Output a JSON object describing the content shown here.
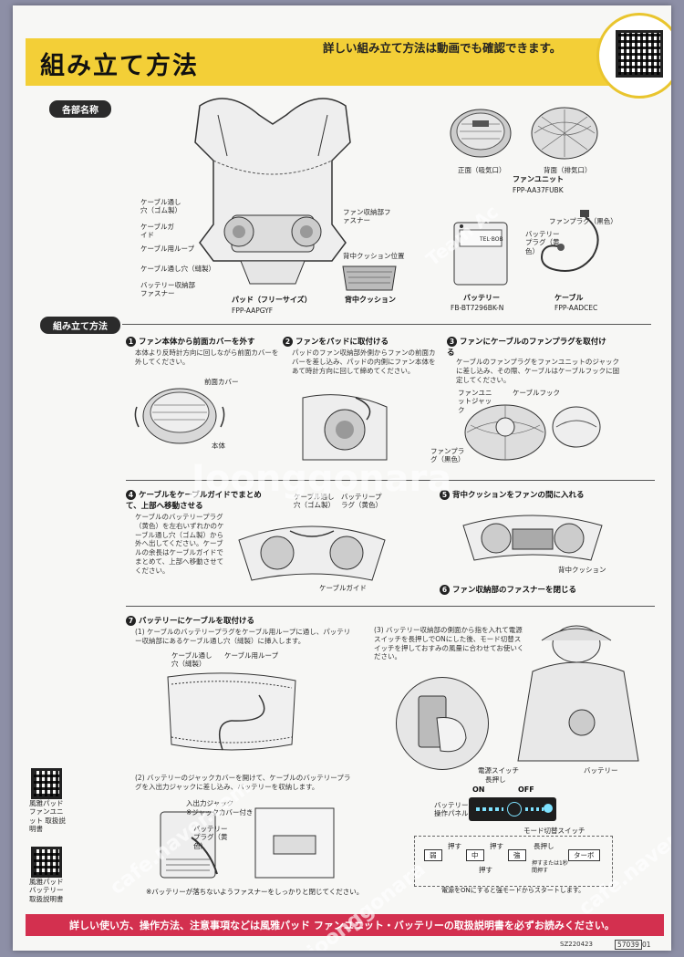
{
  "header": {
    "title": "組み立て方法",
    "subtitle": "詳しい組み立て方法は動画でも確認できます。"
  },
  "parts": {
    "section_label": "各部名称",
    "pad_callouts": [
      "ケーブル通し穴（ゴム製）",
      "ケーブルガイド",
      "ケーブル用ループ",
      "ケーブル通し穴（縫製）",
      "バッテリー収納部ファスナー"
    ],
    "fan_pocket": "ファン収納部ファスナー",
    "back_cushion_pos": "背中クッション位置",
    "pad_name": "パッド（フリーサイズ）",
    "pad_code": "FPP-AAPGYF",
    "cushion_name": "背中クッション",
    "fan_front": "正面（吸気口）",
    "fan_back": "背面（排気口）",
    "fan_name": "ファンユニット",
    "fan_code": "FPP-AA37FUBK",
    "battery_name": "バッテリー",
    "battery_code": "FB-BT7296BK-N",
    "fan_plug": "ファンプラグ（黒色）",
    "battery_plug": "バッテリープラグ（黄色）",
    "cable_name": "ケーブル",
    "cable_code": "FPP-AADCEC",
    "battery_brand": "TEL·BOB"
  },
  "assembly": {
    "section_label": "組み立て方法",
    "step1": {
      "num": "1",
      "title": "ファン本体から前面カバーを外す",
      "text": "本体より反時計方向に回しながら前面カバーを外してください。",
      "cover": "前面カバー",
      "body": "本体"
    },
    "step2": {
      "num": "2",
      "title": "ファンをパッドに取付ける",
      "text": "パッドのファン収納部外側からファンの前面カバーを差し込み、パッドの内側にファン本体をあて時計方向に回して締めてください。"
    },
    "step3": {
      "num": "3",
      "title": "ファンにケーブルのファンプラグを取付ける",
      "text": "ケーブルのファンプラグをファンユニットのジャックに差し込み、その際、ケーブルはケーブルフックに固定してください。",
      "jack": "ファンユニットジャック",
      "hook": "ケーブルフック",
      "plug": "ファンプラグ（黒色）"
    },
    "step4": {
      "num": "4",
      "title": "ケーブルをケーブルガイドでまとめて、上部へ移動させる",
      "text": "ケーブルのバッテリープラグ（黄色）を左右いずれかのケーブル通し穴（ゴム製）から外へ出してください。ケーブルの余長はケーブルガイドでまとめて、上部へ移動させてください。",
      "hole": "ケーブル通し穴（ゴム製）",
      "plug": "バッテリープラグ（黄色）",
      "guide": "ケーブルガイド"
    },
    "step5": {
      "num": "5",
      "title": "背中クッションをファンの間に入れる",
      "cushion": "背中クッション"
    },
    "step6": {
      "num": "6",
      "title": "ファン収納部のファスナーを閉じる"
    },
    "step7": {
      "num": "7",
      "title": "バッテリーにケーブルを取付ける",
      "sub1": "(1) ケーブルのバッテリープラグをケーブル用ループに通し、パッテリー収納部にあるケーブル通し穴（縫製）に挿入します。",
      "hole": "ケーブル通し穴（縫製）",
      "loop": "ケーブル用ループ",
      "sub2": "(2) バッテリーのジャックカバーを開けて、ケーブルのバッテリープラグを入出力ジャックに差し込み、バッテリーを収納します。",
      "io_jack": "入出力ジャック",
      "jack_cover": "※ジャックカバー付き",
      "battery_plug": "バッテリープラグ（黄色）",
      "note": "※バッテリーが落ちないようファスナーをしっかりと閉じてください。",
      "sub3": "(3) バッテリー収納部の側面から指を入れて電源スイッチを長押しでONにした後、モード切替スイッチを押しておすみの風量に合わせてお使いください。",
      "battery": "バッテリー",
      "power_switch": "電源スイッチ",
      "long_press": "長押し",
      "on": "ON",
      "off": "OFF",
      "panel": "バッテリー操作パネル",
      "mode_switch": "モード切替スイッチ",
      "modes": [
        "弱",
        "中",
        "強",
        "ターボ"
      ],
      "press": "押す",
      "press_hold": "長押し",
      "press_hold_note": "押すまたは1秒間押す",
      "power_note": "電源をONにすると強モードからスタートします。"
    }
  },
  "side_manuals": [
    {
      "label": "風雅パッド ファンユニット 取扱説明書"
    },
    {
      "label": "風雅パッド バッテリー 取扱説明書"
    }
  ],
  "footer": {
    "text": "詳しい使い方、操作方法、注意事項などは風雅パッド ファンユニット・バッテリーの取扱説明書を必ずお読みください。",
    "doc_code": "SZ220423",
    "version_box": "57039",
    "version_tail": "01"
  },
  "watermarks": [
    "Joonggonara",
    "cafe.naver.com",
    "Team Ac",
    "cafe.naver",
    "joonggonara"
  ],
  "colors": {
    "header_yellow": "#f3cf37",
    "footer_red": "#d3304f",
    "paper": "#f7f7f5",
    "background": "#8d8fa6"
  }
}
